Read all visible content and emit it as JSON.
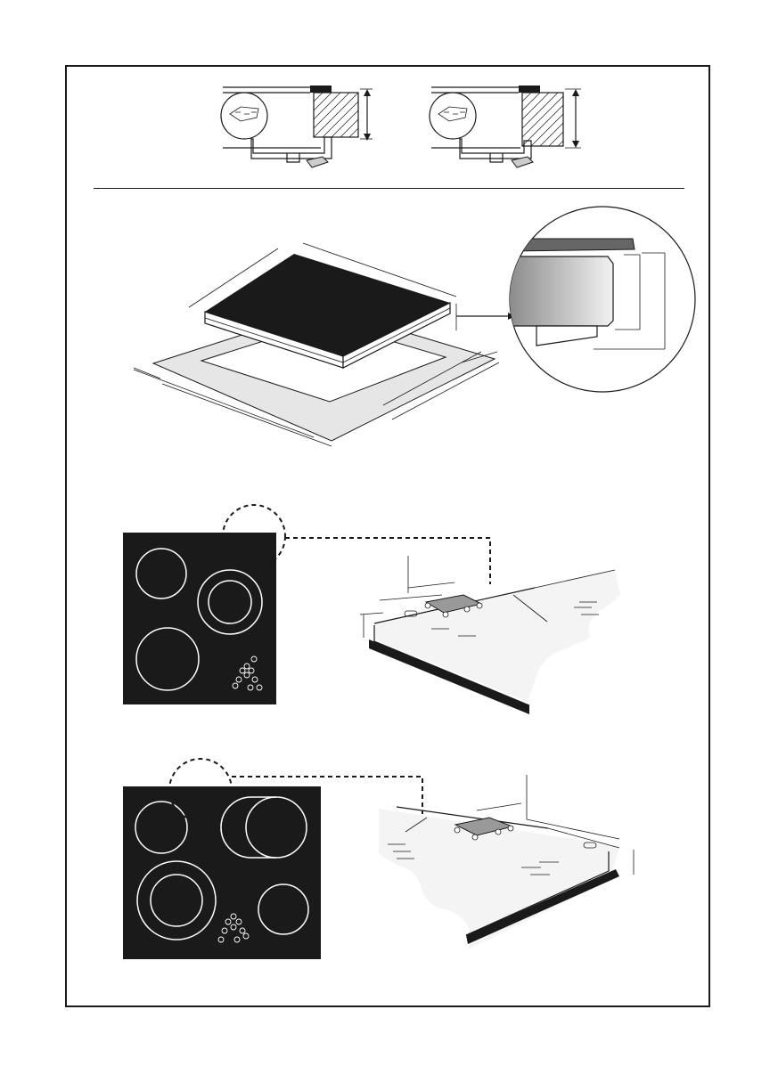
{
  "figures": {
    "fixing_detail": {
      "count": 2
    },
    "cutout": {
      "description_visible": false
    },
    "hob_layout_a": {
      "burners": 3
    },
    "hob_layout_b": {
      "burners": 4
    }
  },
  "colors": {
    "glass": "#1a1a1a",
    "frame_line": "#1a1a1a",
    "cutout_fill": "#e6e6e6",
    "burner_outline": "#ffffff",
    "countertop": "#f4f4f4"
  }
}
